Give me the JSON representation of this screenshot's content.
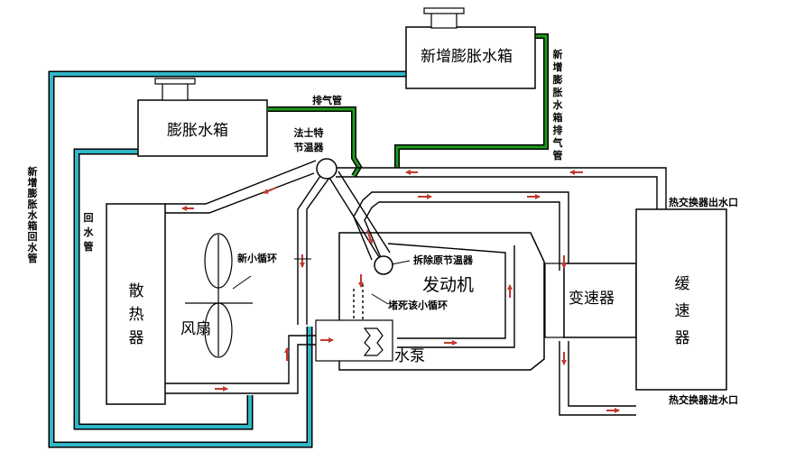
{
  "components": {
    "new_expansion_tank": "新增膨胀水箱",
    "expansion_tank": "膨胀水箱",
    "radiator": "散\n热\n器",
    "fan": "风扇",
    "engine": "发动机",
    "water_pump": "水泵",
    "transmission": "变速器",
    "retarder": "缓\n速\n器"
  },
  "labels": {
    "new_tank_vent_pipe": "新\n增\n膨\n胀\n水\n箱\n排\n气\n管",
    "vent_pipe": "排气管",
    "faster_thermostat": "法士特\n节温器",
    "new_tank_return_pipe": "新\n增\n膨\n胀\n水\n箱\n回\n水\n管",
    "return_pipe": "回\n水\n管",
    "new_small_circulation": "新小循环",
    "remove_original_thermostat": "拆除原节温器",
    "block_small_circulation": "堵死该小循环",
    "hx_outlet": "热交换器出水口",
    "hx_inlet": "热交换器进水口"
  },
  "colors": {
    "pipe": "#000000",
    "blue_pipe": "#2fb7c9",
    "green_pipe": "#1d9e1d",
    "arrow": "#c0392b"
  }
}
